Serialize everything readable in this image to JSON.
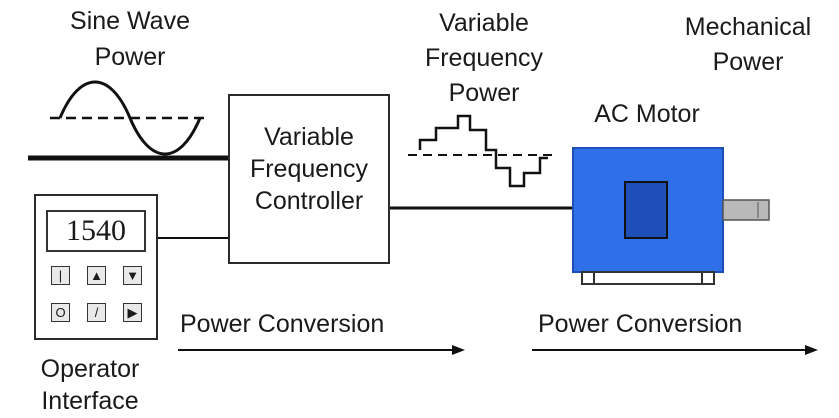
{
  "labels": {
    "sine_wave_power": [
      "Sine Wave",
      "Power"
    ],
    "variable_frequency_power": [
      "Variable",
      "Frequency",
      "Power"
    ],
    "mechanical_power": [
      "Mechanical",
      "Power"
    ],
    "ac_motor": "AC Motor",
    "controller": [
      "Variable",
      "Frequency",
      "Controller"
    ],
    "operator_interface": [
      "Operator",
      "Interface"
    ],
    "power_conversion_left": "Power Conversion",
    "power_conversion_right": "Power Conversion"
  },
  "operator_panel": {
    "display_value": "1540",
    "keys": [
      "|",
      "▲",
      "▼",
      "O",
      "/",
      "▶"
    ]
  },
  "colors": {
    "motor_blue": "#2f6fe8",
    "motor_blue_dark": "#1e4fb8",
    "line": "#111111",
    "shaft_gray": "#b9b9b9"
  }
}
